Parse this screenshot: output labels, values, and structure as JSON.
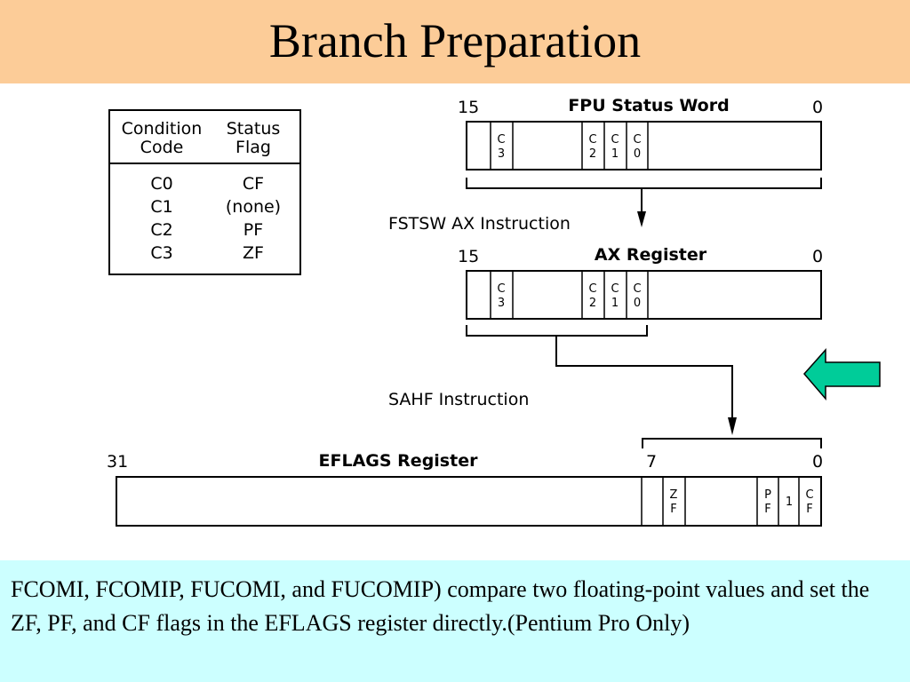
{
  "title": "Branch Preparation",
  "table": {
    "headers": [
      {
        "line1": "Condition",
        "line2": "Code"
      },
      {
        "line1": "Status",
        "line2": "Flag"
      }
    ],
    "rows": [
      {
        "code": "C0",
        "flag": "CF"
      },
      {
        "code": "C1",
        "flag": "(none)"
      },
      {
        "code": "C2",
        "flag": "PF"
      },
      {
        "code": "C3",
        "flag": "ZF"
      }
    ]
  },
  "fpu": {
    "title": "FPU Status Word",
    "hi": "15",
    "lo": "0",
    "cells": [
      {
        "t": "C",
        "b": "3"
      },
      {
        "t": "C",
        "b": "2"
      },
      {
        "t": "C",
        "b": "1"
      },
      {
        "t": "C",
        "b": "0"
      }
    ]
  },
  "fstsw_label": "FSTSW AX Instruction",
  "ax": {
    "title": "AX Register",
    "hi": "15",
    "lo": "0",
    "cells": [
      {
        "t": "C",
        "b": "3"
      },
      {
        "t": "C",
        "b": "2"
      },
      {
        "t": "C",
        "b": "1"
      },
      {
        "t": "C",
        "b": "0"
      }
    ]
  },
  "sahf_label": "SAHF Instruction",
  "eflags": {
    "title": "EFLAGS Register",
    "hi": "31",
    "mid": "7",
    "lo": "0",
    "cells": [
      {
        "t": "Z",
        "b": "F"
      },
      {
        "t": "P",
        "b": "F"
      },
      {
        "t": "1",
        "b": ""
      },
      {
        "t": "C",
        "b": "F"
      }
    ]
  },
  "colors": {
    "title_bg": "#fccc98",
    "footer_bg": "#ccffff",
    "arrow_fill": "#00cc99"
  },
  "arrow_icon": "left-arrow-icon",
  "footer_text": "FCOMI, FCOMIP, FUCOMI, and FUCOMIP) compare two floating-point values and set the ZF, PF, and CF flags in the EFLAGS register directly.(Pentium Pro Only)"
}
